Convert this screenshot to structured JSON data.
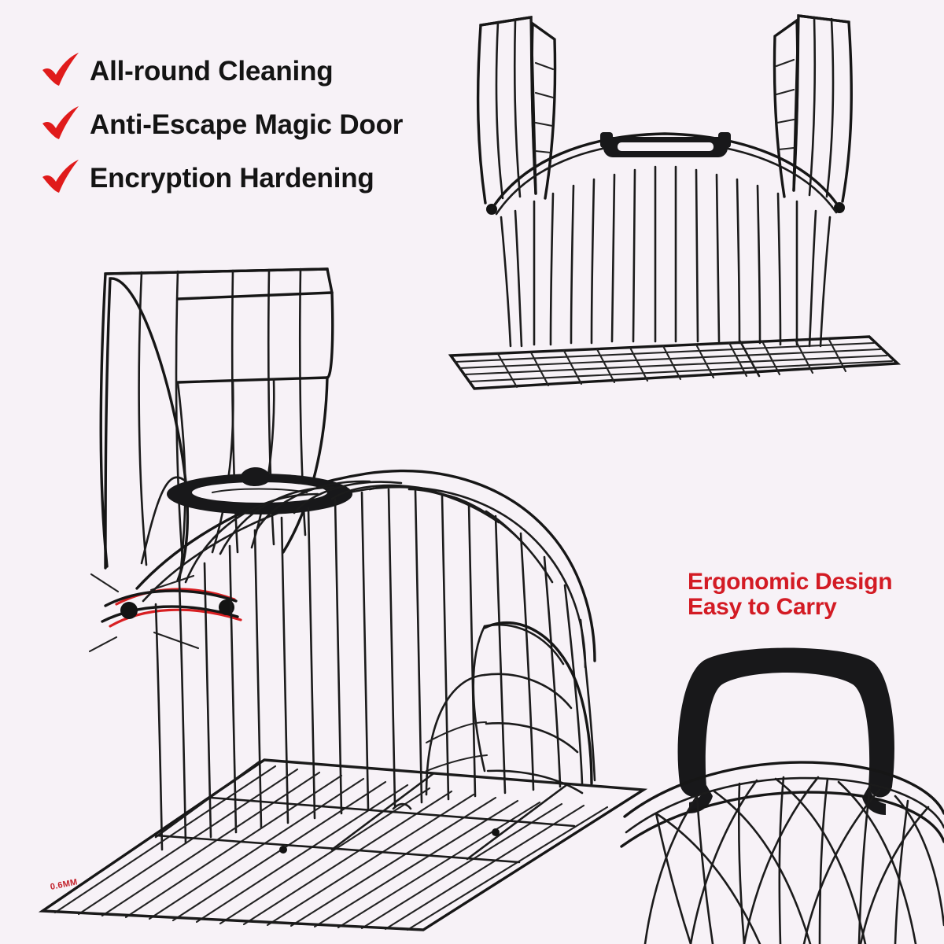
{
  "page": {
    "background_color": "#f7f2f7",
    "product": "Anti-escape wire mouse trap cage"
  },
  "features": {
    "check_icon_color": "#e01b1b",
    "text_color": "#141414",
    "items": [
      {
        "icon": "check-icon",
        "label": "All-round Cleaning"
      },
      {
        "icon": "check-icon",
        "label": "Anti-Escape Magic Door"
      },
      {
        "icon": "check-icon",
        "label": "Encryption Hardening"
      }
    ]
  },
  "ergonomic_caption": {
    "color": "#d31b24",
    "line1": "Ergonomic Design",
    "line2": "Easy to Carry"
  },
  "annotations": {
    "wire_gauge": "0.6MM",
    "wire_gauge_color": "#c2202a"
  },
  "panels": {
    "front_view": {
      "name": "cage-front-view",
      "description": "Front view of wire trap cage with two raised magic-door flaps, arched top with carry handle and flat wire base tray"
    },
    "main_cage": {
      "name": "cage-main-perspective",
      "description": "Three-quarter perspective of assembled tunnel cage with carry handle, vertical bars, red spring wires at the magic-door hinge and wire mesh floor tray"
    },
    "handle_zoom": {
      "name": "carry-handle-closeup",
      "description": "Close-up of the contoured black plastic carry handle mounted on the cage dome"
    }
  }
}
